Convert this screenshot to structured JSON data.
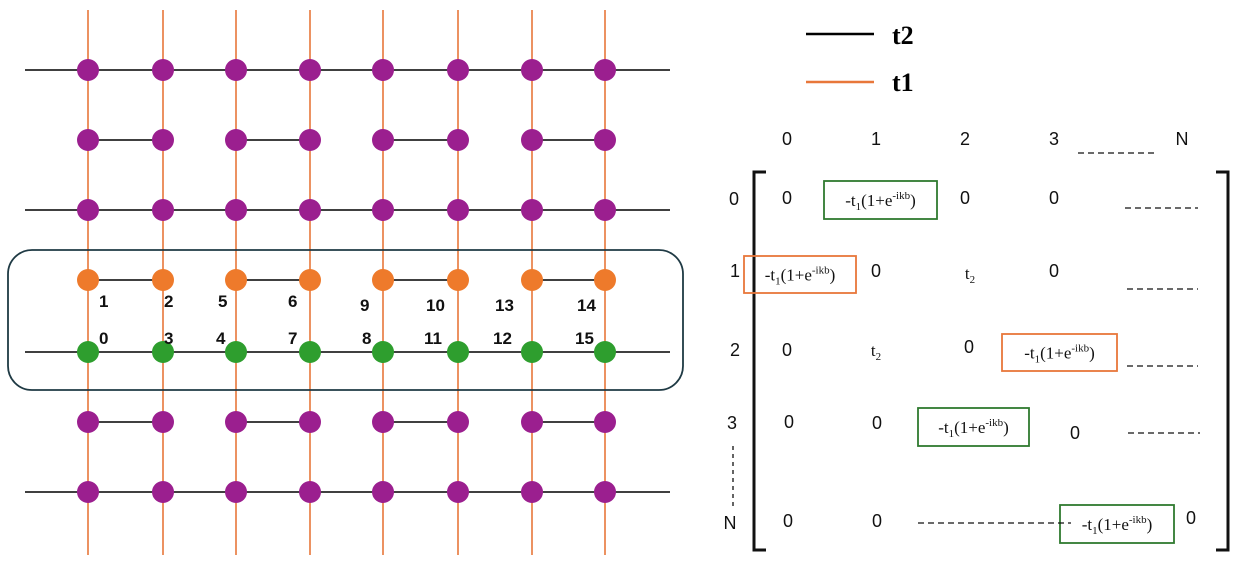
{
  "legend": {
    "t2": {
      "label": "t2",
      "color": "#000000"
    },
    "t1": {
      "label": "t1",
      "color": "#E8773A"
    }
  },
  "colors": {
    "bulk_site": "#9B1F8F",
    "top_site": "#EE7A2B",
    "bottom_site": "#2E9E2E",
    "t1_line": "#E8773A",
    "t2_line": "#000000",
    "green_box": "#2F7A2F",
    "orange_box": "#E8773A"
  },
  "lattice": {
    "top_row_labels": [
      "1",
      "2",
      "5",
      "6",
      "9",
      "10",
      "13",
      "14"
    ],
    "bottom_row_labels": [
      "0",
      "3",
      "4",
      "7",
      "8",
      "11",
      "12",
      "15"
    ]
  },
  "matrix": {
    "col_headers": [
      "0",
      "1",
      "2",
      "3",
      "N"
    ],
    "row_headers": [
      "0",
      "1",
      "2",
      "3",
      "N"
    ],
    "zero": "0",
    "hop_t2": {
      "base": "t",
      "sub": "2"
    },
    "hop_t1": {
      "prefix": "-t",
      "sub": "1",
      "mid": "(1+e",
      "sup": "-ikb",
      "end": ")"
    }
  }
}
